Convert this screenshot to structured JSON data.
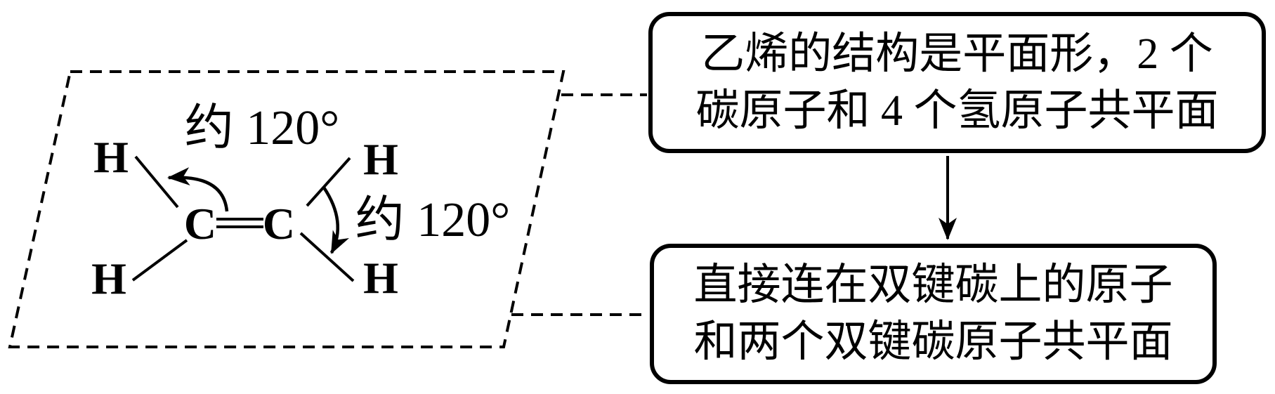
{
  "colors": {
    "ink": "#000000",
    "background": "#ffffff"
  },
  "molecule": {
    "atoms": {
      "c_left": "C",
      "c_right": "C",
      "h_top_left": "H",
      "h_bottom_left": "H",
      "h_top_right": "H",
      "h_bottom_right": "H"
    },
    "angle_label_top": "约 120°",
    "angle_label_right": "约 120°"
  },
  "boxes": {
    "top": {
      "line1": "乙烯的结构是平面形，2 个",
      "line2": "碳原子和 4 个氢原子共平面"
    },
    "bottom": {
      "line1": "直接连在双键碳上的原子",
      "line2": "和两个双键碳原子共平面"
    }
  }
}
